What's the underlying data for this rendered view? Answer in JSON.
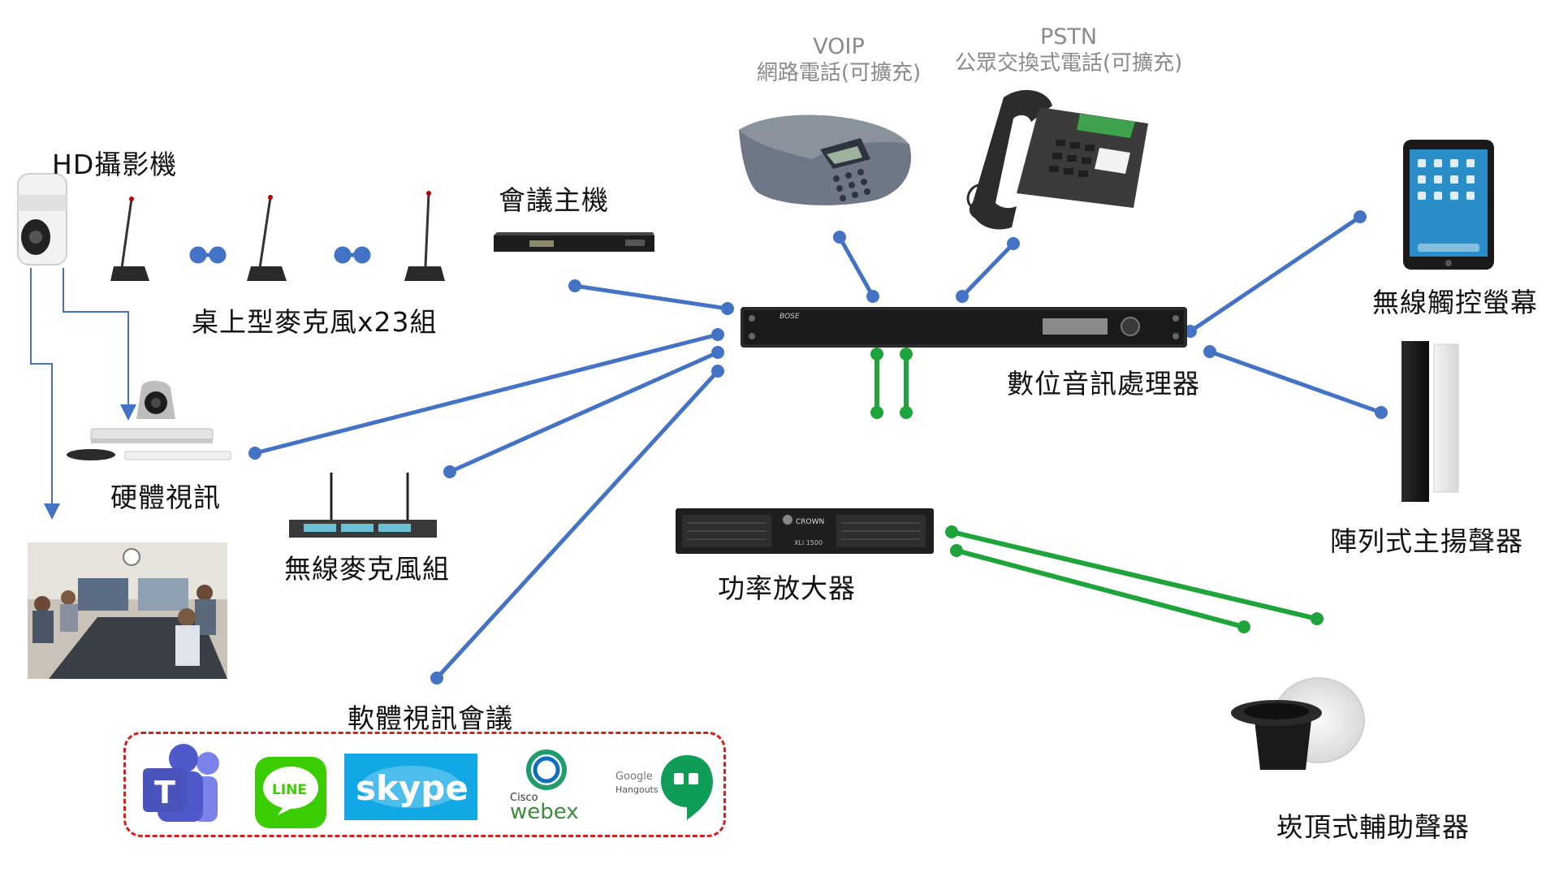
{
  "labels": {
    "camera": "HD攝影機",
    "desk_mics": "桌上型麥克風x23組",
    "conference_host": "會議主機",
    "voip_title": "VOIP",
    "voip_sub": "網路電話(可擴充)",
    "pstn_title": "PSTN",
    "pstn_sub": "公眾交換式電話(可擴充)",
    "tablet": "無線觸控螢幕",
    "dsp": "數位音訊處理器",
    "hw_video": "硬體視訊",
    "wireless_mics": "無線麥克風組",
    "amplifier": "功率放大器",
    "array_speaker": "陣列式主揚聲器",
    "software_conf": "軟體視訊會議",
    "ceiling_speaker": "崁頂式輔助聲器"
  },
  "device_text": {
    "dsp_brand": "BOSE",
    "amp_brand": "CROWN",
    "amp_model": "XLi 1500"
  },
  "logos": {
    "teams": "T",
    "line": "LINE",
    "skype": "skype",
    "cisco": "Cisco",
    "webex": "webex",
    "google": "Google",
    "hangouts": "Hangouts"
  },
  "colors": {
    "blue_link": "#4472c4",
    "green_link": "#1fa33b",
    "dashed_border": "#d62020"
  }
}
